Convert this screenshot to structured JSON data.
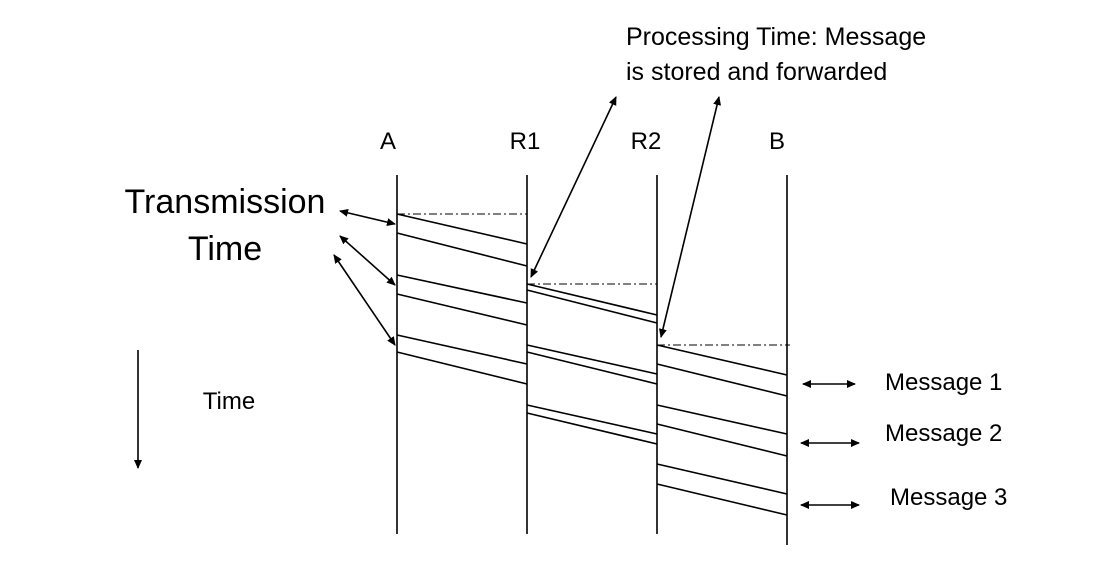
{
  "nodes": [
    {
      "id": "A",
      "label": "A"
    },
    {
      "id": "R1",
      "label": "R1"
    },
    {
      "id": "R2",
      "label": "R2"
    },
    {
      "id": "B",
      "label": "B"
    }
  ],
  "annotations": {
    "processing_line1": "Processing Time: Message",
    "processing_line2": "is stored and forwarded",
    "transmission_line1": "Transmission",
    "transmission_line2": "Time",
    "time": "Time"
  },
  "messages": [
    {
      "label": "Message 1"
    },
    {
      "label": "Message 2"
    },
    {
      "label": "Message 3"
    }
  ]
}
